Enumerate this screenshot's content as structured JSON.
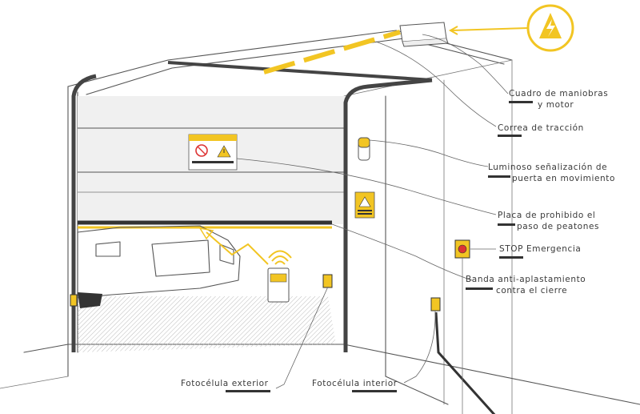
{
  "labels": {
    "panel_motor": [
      "Cuadro de maniobras",
      "y motor"
    ],
    "belt": "Correa de tracción",
    "warning_light": [
      "Luminoso señalización de",
      "puerta en movimiento"
    ],
    "no_pedestrian_sign": [
      "Placa de prohibido el",
      "paso de peatones"
    ],
    "stop": "STOP Emergencia",
    "safety_edge": [
      "Banda anti-aplastamiento",
      "contra el cierre"
    ],
    "photocell_exterior": "Fotocélula exterior",
    "photocell_interior": "Fotocélula interior"
  },
  "colors": {
    "accent": "#f2c523",
    "line": "#555555",
    "dark": "#333333"
  },
  "icons": {
    "power": "lightning-bolt-icon",
    "wifi": "wireless-signal-icon",
    "warning": "warning-triangle-icon"
  }
}
